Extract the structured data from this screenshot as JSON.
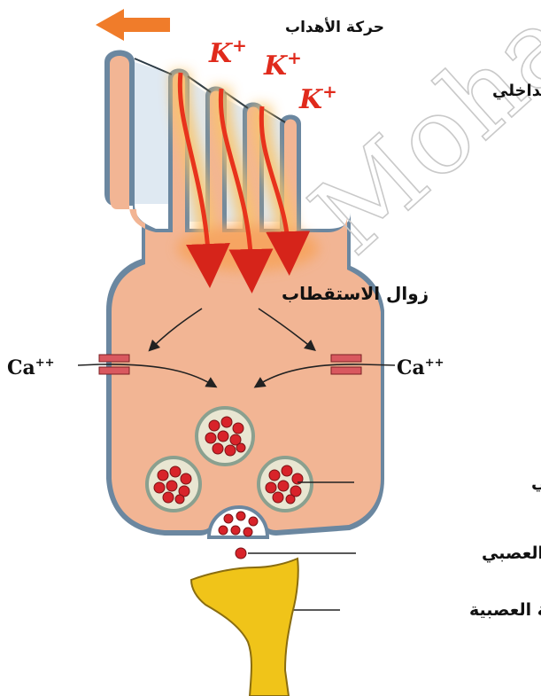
{
  "labels": {
    "cilia_movement": "حركة الأهداب",
    "endolymph": "اللمف الداخلي",
    "depolarization": "زوال الاستقطاب",
    "synaptic_vesicle": "الحويصل المشبكي",
    "neurotransmitter": "الناقل العصبي",
    "nerve_ending": "نهاية العصبية"
  },
  "ions": {
    "potassium_base": "K",
    "potassium_charge": "+",
    "calcium_left": "Ca",
    "calcium_right": "Ca",
    "calcium_charge": "++"
  },
  "watermark": "Moha",
  "colors": {
    "cell_fill": "#f2b594",
    "membrane": "#6b87a0",
    "membrane_inner": "#dfe9f2",
    "k_flow": "#e8331c",
    "k_glow": "#f9c46b",
    "arrow_orange": "#f07c2a",
    "channel": "#d9585f",
    "vesicle_border": "#8aa08f",
    "vesicle_fill": "#e9e6d2",
    "neurotransmitter": "#d8232a",
    "nerve_ending": "#f0c419"
  }
}
